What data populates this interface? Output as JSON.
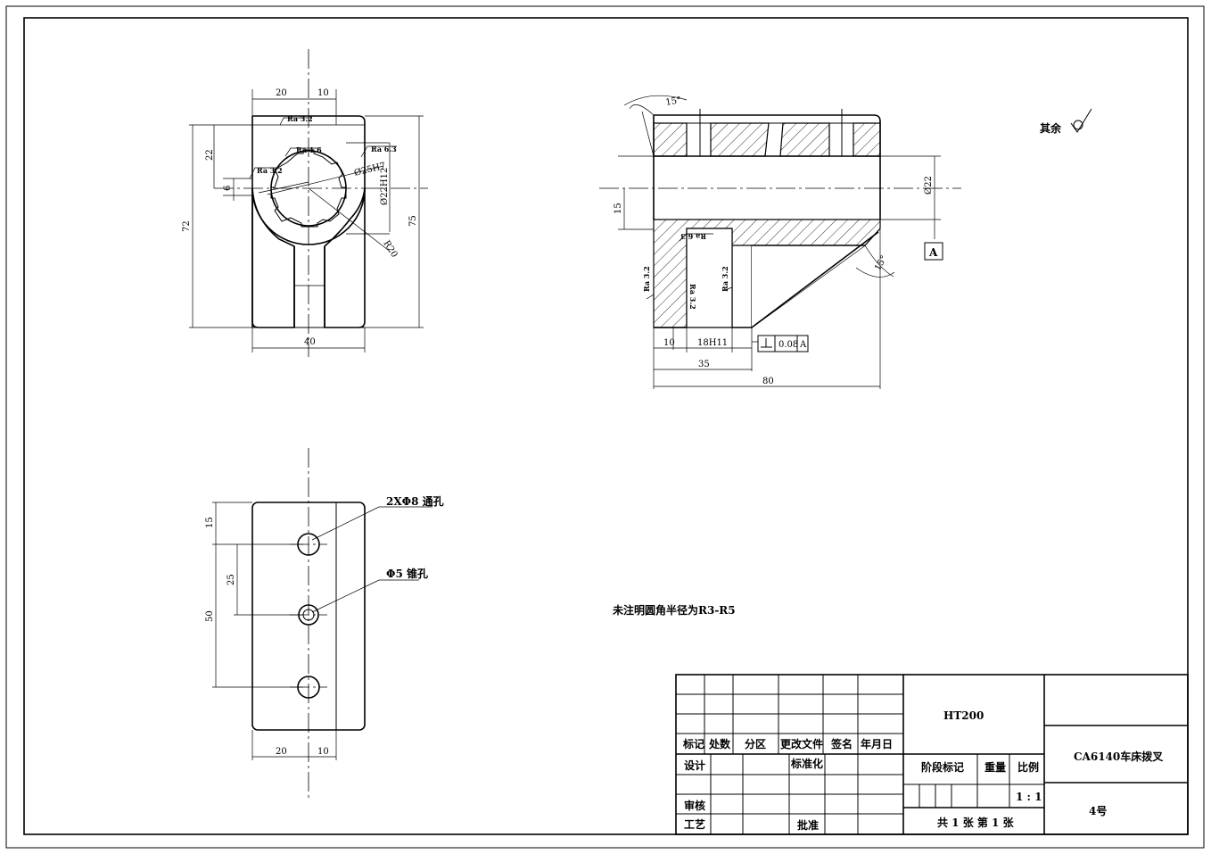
{
  "dimensions": {
    "top_view": {
      "w20": "20",
      "w10": "10",
      "h22": "22",
      "h6": "6",
      "h72": "72",
      "h75": "75",
      "w40": "40",
      "d25": "Ø25H7",
      "d22": "Ø22H12",
      "r20": "R20"
    },
    "side_view": {
      "angle_top": "15°",
      "angle_bottom": "15°",
      "h15": "15",
      "d22": "Ø22",
      "w10": "10",
      "slot": "18H11",
      "w35": "35",
      "w80": "80",
      "datum": "A",
      "tol_value": "0.08",
      "tol_ref": "A"
    },
    "bottom_view": {
      "h15": "15",
      "h25": "25",
      "h50": "50",
      "w20": "20",
      "w10": "10"
    }
  },
  "roughness": {
    "ra32_a": "Ra 3.2",
    "ra16": "Ra 1.6",
    "ra63": "Ra 6.3",
    "ra32_b": "Ra 3.2",
    "ra63_side": "Ra 6.3",
    "ra32_s1": "Ra 3.2",
    "ra32_s2": "Ra 3.2",
    "ra32_s3": "Ra 3.2",
    "rest_label": "其余"
  },
  "callouts": {
    "through_holes": "2XΦ8 通孔",
    "taper_hole": "Φ5 锥孔"
  },
  "notes": {
    "fillet": "未注明圆角半径为R3-R5"
  },
  "title_block": {
    "material": "HT200",
    "part_name": "CA6140车床拨叉",
    "drawing_no": "4号",
    "headers": [
      "标记",
      "处数",
      "分区",
      "更改文件",
      "签名",
      "年月日"
    ],
    "design": "设计",
    "standardize": "标准化",
    "review": "审核",
    "process": "工艺",
    "approve": "批准",
    "stage_mark": "阶段标记",
    "weight": "重量",
    "scale_label": "比例",
    "scale": "1 : 1",
    "sheets": "共 1 张   第 1 张"
  }
}
